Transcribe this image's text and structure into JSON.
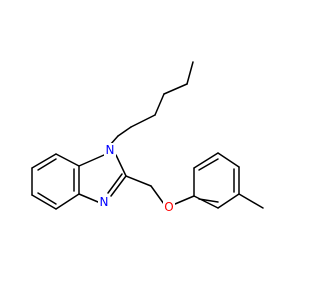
{
  "molecule": {
    "atoms": [
      {
        "id": "nitrogen-1",
        "text": "N",
        "color": "#0000ff"
      },
      {
        "id": "nitrogen-3",
        "text": "N",
        "color": "#0000ff"
      },
      {
        "id": "ether-oxygen",
        "text": "O",
        "color": "#ff0000"
      }
    ],
    "bond_color": "#000000",
    "background": "#ffffff"
  }
}
